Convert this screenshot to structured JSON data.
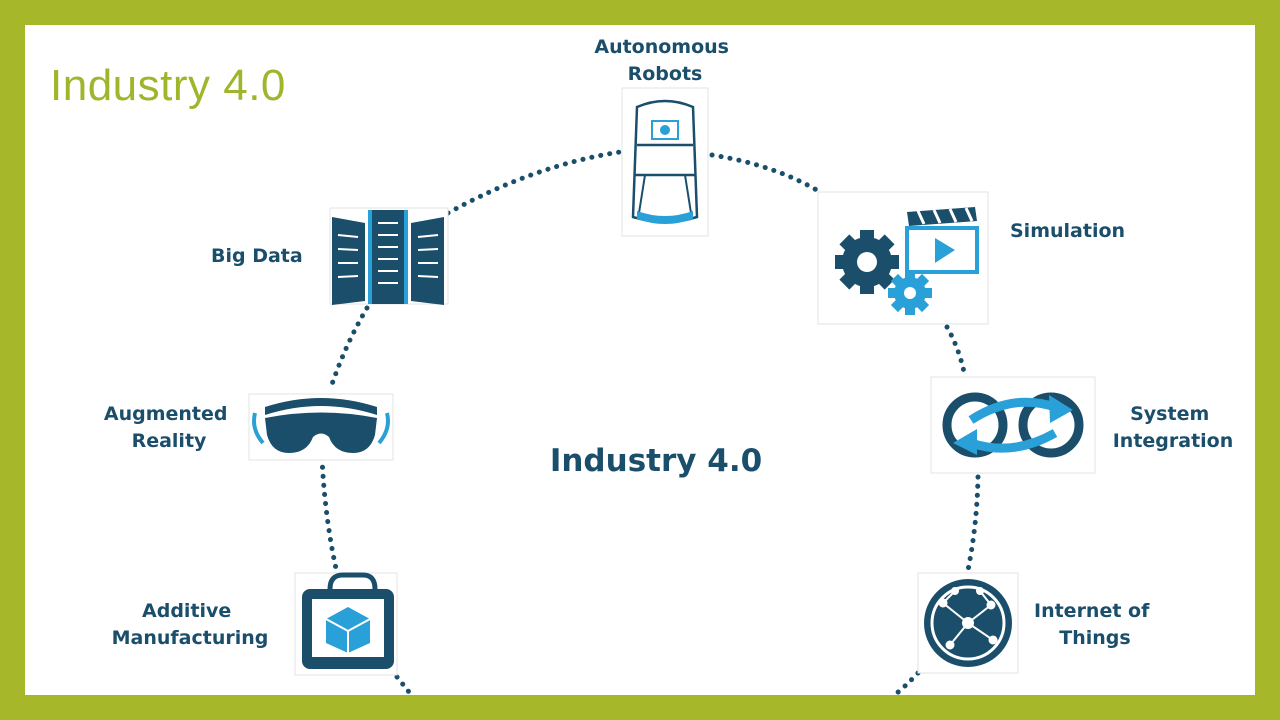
{
  "slide": {
    "title": "Industry 4.0",
    "frame_color": "#a6b82a",
    "title_color": "#a0b52c"
  },
  "diagram": {
    "center_title": "Industry 4.0",
    "colors": {
      "dark": "#1b4e6b",
      "accent": "#2aa0d8",
      "dots": "#1b4e6b"
    },
    "nodes": [
      {
        "id": "autonomous-robots",
        "icon": "robot-vehicle-icon",
        "label_lines": [
          "Autonomous",
          "Robots"
        ]
      },
      {
        "id": "simulation",
        "icon": "gears-clapperboard-icon",
        "label_lines": [
          "Simulation"
        ]
      },
      {
        "id": "system-integration",
        "icon": "integration-loop-icon",
        "label_lines": [
          "System",
          "Integration"
        ]
      },
      {
        "id": "internet-of-things",
        "icon": "network-globe-icon",
        "label_lines": [
          "Internet of",
          "Things"
        ]
      },
      {
        "id": "additive-manufacturing",
        "icon": "3d-printer-icon",
        "label_lines": [
          "Additive",
          "Manufacturing"
        ]
      },
      {
        "id": "augmented-reality",
        "icon": "ar-headset-icon",
        "label_lines": [
          "Augmented",
          "Reality"
        ]
      },
      {
        "id": "big-data",
        "icon": "server-racks-icon",
        "label_lines": [
          "Big Data"
        ]
      }
    ]
  }
}
